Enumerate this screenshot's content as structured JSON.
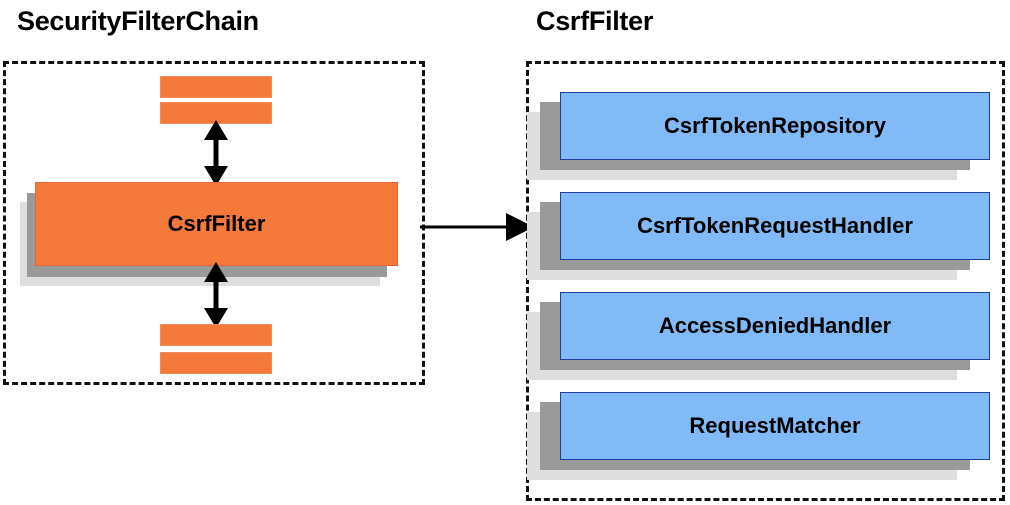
{
  "diagram": {
    "title_left": "SecurityFilterChain",
    "title_right": "CsrfFilter",
    "colors": {
      "orange_fill": "#f4793b",
      "blue_fill": "#81bbf7",
      "blue_border": "#1f3fa0",
      "shadow_dark": "#9a9a9a",
      "shadow_light": "#dedede",
      "outline": "#111111"
    }
  },
  "left_panel": {
    "title": "SecurityFilterChain",
    "filter_block": {
      "label": "CsrfFilter"
    },
    "unlabeled_filters_above": [
      {
        "label": ""
      },
      {
        "label": ""
      }
    ],
    "unlabeled_filters_below": [
      {
        "label": ""
      },
      {
        "label": ""
      }
    ],
    "connectors": [
      {
        "name": "filters-above-to-csrffilter",
        "style": "double-headed-vertical"
      },
      {
        "name": "csrffilter-to-filters-below",
        "style": "double-headed-vertical"
      }
    ]
  },
  "right_panel": {
    "title": "CsrfFilter",
    "collaborators": [
      {
        "label": "CsrfTokenRepository"
      },
      {
        "label": "CsrfTokenRequestHandler"
      },
      {
        "label": "AccessDeniedHandler"
      },
      {
        "label": "RequestMatcher"
      }
    ]
  },
  "cross_panel_connector": {
    "name": "csrffilter-detail-arrow",
    "style": "single-headed-horizontal",
    "label": ""
  }
}
